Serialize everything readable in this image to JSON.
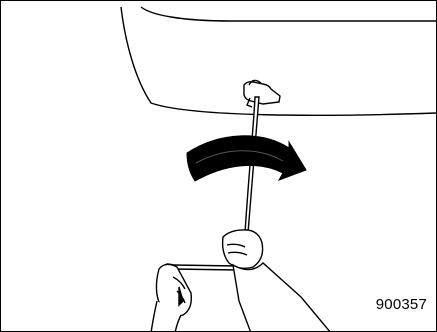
{
  "figure": {
    "code": "900357"
  },
  "illustration": {
    "subject": "spare-tire-lowering-with-jack-handle",
    "arrow_direction": "clockwise",
    "line_color": "#000000",
    "fill_color": "#ffffff",
    "arrow_color": "#000000"
  }
}
